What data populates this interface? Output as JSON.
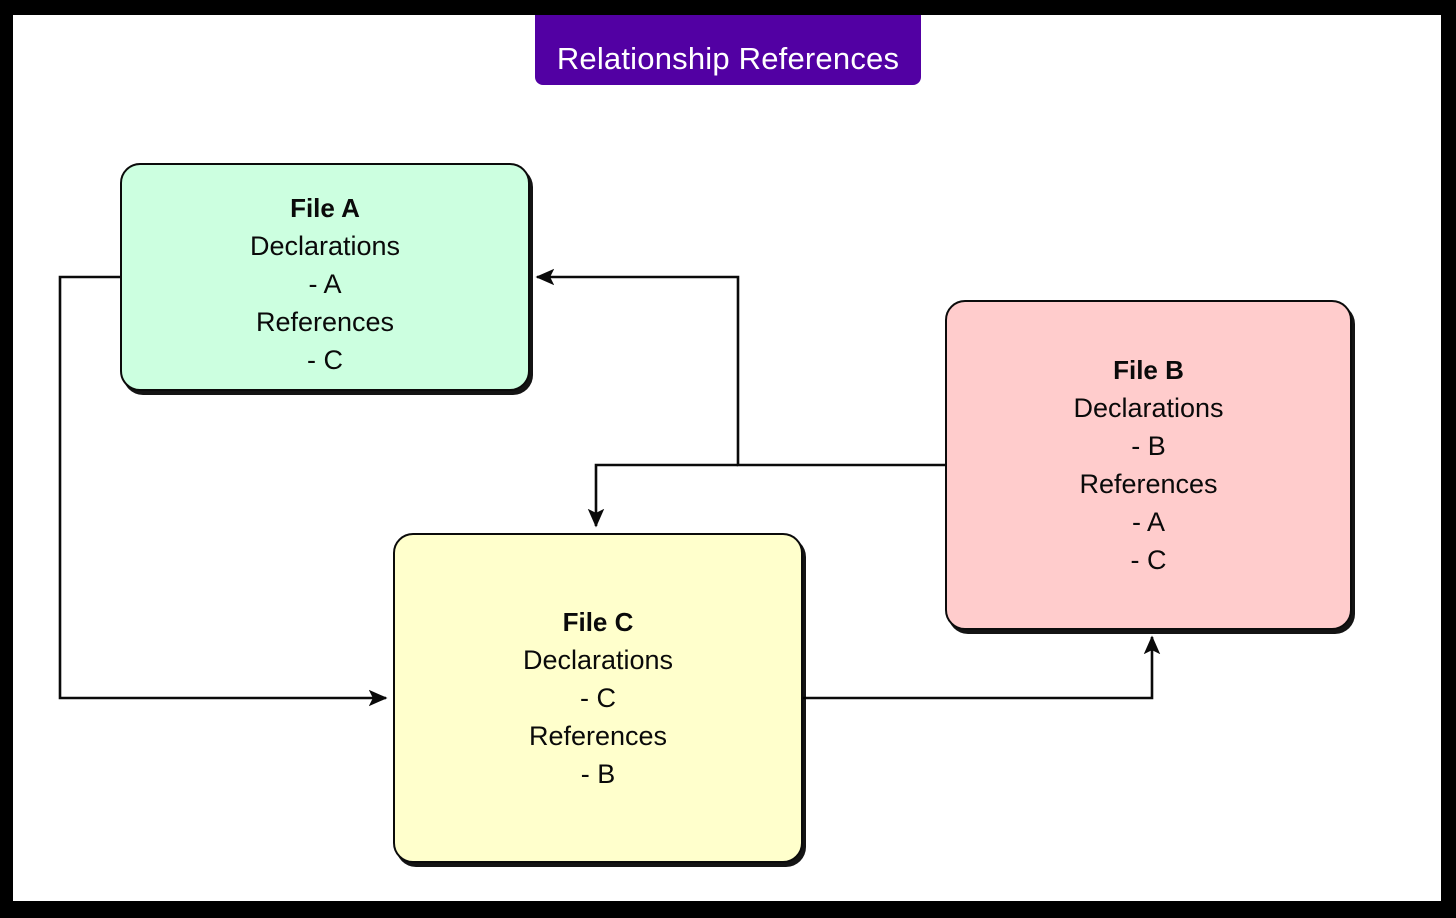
{
  "diagram": {
    "title": "Relationship References",
    "type": "file-reference-graph",
    "colors": {
      "banner": "#5200a3",
      "banner_text": "#ffffff",
      "canvas": "#ffffff",
      "frame": "#000000",
      "edge": "#0a0a0a",
      "node_a_fill": "#ccffe0",
      "node_b_fill": "#ffcccc",
      "node_c_fill": "#ffffcc",
      "node_border": "#0b0b0b"
    },
    "nodes": [
      {
        "id": "a",
        "title": "File A",
        "declarations_label": "Declarations",
        "declarations": [
          "- A"
        ],
        "references_label": "References",
        "references": [
          "- C"
        ]
      },
      {
        "id": "b",
        "title": "File B",
        "declarations_label": "Declarations",
        "declarations": [
          "- B"
        ],
        "references_label": "References",
        "references": [
          "- A",
          "- C"
        ]
      },
      {
        "id": "c",
        "title": "File C",
        "declarations_label": "Declarations",
        "declarations": [
          "- C"
        ],
        "references_label": "References",
        "references": [
          "- B"
        ]
      }
    ],
    "edges": [
      {
        "id": "a-to-c",
        "from": "File A",
        "to": "File C",
        "label": ""
      },
      {
        "id": "b-to-a",
        "from": "File B",
        "to": "File A",
        "label": ""
      },
      {
        "id": "b-to-c",
        "from": "File B",
        "to": "File C",
        "label": ""
      },
      {
        "id": "c-to-b",
        "from": "File C",
        "to": "File B",
        "label": ""
      }
    ]
  }
}
